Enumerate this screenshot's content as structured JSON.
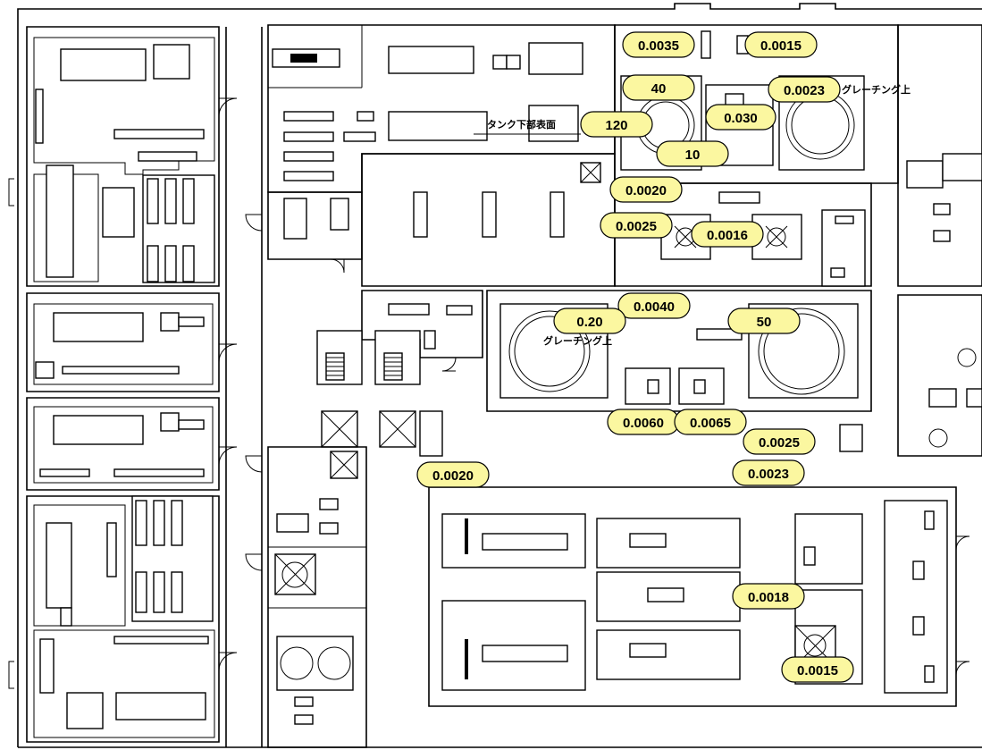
{
  "readings": [
    {
      "id": "r1",
      "value": "0.0035"
    },
    {
      "id": "r2",
      "value": "0.0015"
    },
    {
      "id": "r3",
      "value": "40"
    },
    {
      "id": "r4",
      "value": "0.0023"
    },
    {
      "id": "r5",
      "value": "120"
    },
    {
      "id": "r6",
      "value": "0.030"
    },
    {
      "id": "r7",
      "value": "10"
    },
    {
      "id": "r8",
      "value": "0.0020"
    },
    {
      "id": "r9",
      "value": "0.0025"
    },
    {
      "id": "r10",
      "value": "0.0016"
    },
    {
      "id": "r11",
      "value": "0.0040"
    },
    {
      "id": "r12",
      "value": "0.20"
    },
    {
      "id": "r13",
      "value": "50"
    },
    {
      "id": "r14",
      "value": "0.0060"
    },
    {
      "id": "r15",
      "value": "0.0065"
    },
    {
      "id": "r16",
      "value": "0.0025"
    },
    {
      "id": "r17",
      "value": "0.0020"
    },
    {
      "id": "r18",
      "value": "0.0023"
    },
    {
      "id": "r19",
      "value": "0.0018"
    },
    {
      "id": "r20",
      "value": "0.0015"
    }
  ],
  "notes": [
    {
      "id": "n1",
      "text": "グレーチング上"
    },
    {
      "id": "n2",
      "text": "タンク下部表面"
    },
    {
      "id": "n3",
      "text": "グレーチング上"
    }
  ],
  "colors": {
    "badge_fill": "#fbf7a0",
    "line": "#000000",
    "background": "#ffffff"
  }
}
